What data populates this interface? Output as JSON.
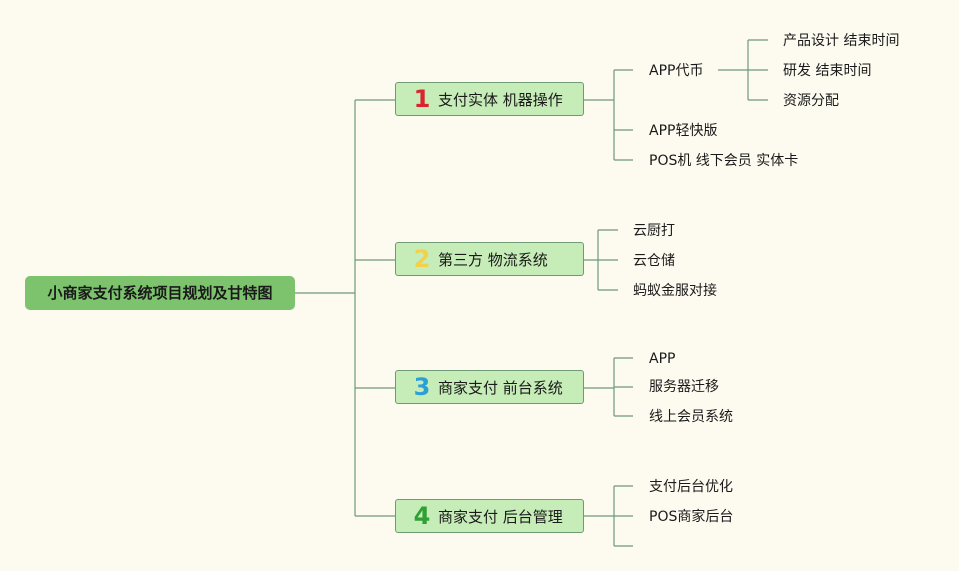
{
  "root": {
    "label": "小商家支付系统项目规划及甘特图"
  },
  "colors": {
    "background": "#fdfaf0",
    "root_fill": "#7dc36e",
    "branch_fill": "#c6ecb8",
    "connector": "#6e9a76"
  },
  "branches": [
    {
      "number": "1",
      "number_color": "#d9252f",
      "label": "支付实体 机器操作",
      "children": [
        {
          "label": "APP代币",
          "children": [
            "产品设计 结束时间",
            "研发 结束时间",
            "资源分配"
          ]
        },
        {
          "label": "APP轻快版"
        },
        {
          "label": "POS机 线下会员 实体卡"
        }
      ]
    },
    {
      "number": "2",
      "number_color": "#f2d14b",
      "label": "第三方 物流系统",
      "children": [
        {
          "label": "云厨打"
        },
        {
          "label": "云仓储"
        },
        {
          "label": "蚂蚁金服对接"
        }
      ]
    },
    {
      "number": "3",
      "number_color": "#2d9fd8",
      "label": "商家支付 前台系统",
      "children": [
        {
          "label": "APP"
        },
        {
          "label": "服务器迁移"
        },
        {
          "label": "线上会员系统"
        }
      ]
    },
    {
      "number": "4",
      "number_color": "#2fa034",
      "label": "商家支付 后台管理",
      "children": [
        {
          "label": "支付后台优化"
        },
        {
          "label": "POS商家后台"
        },
        {
          "label": ""
        }
      ]
    }
  ]
}
